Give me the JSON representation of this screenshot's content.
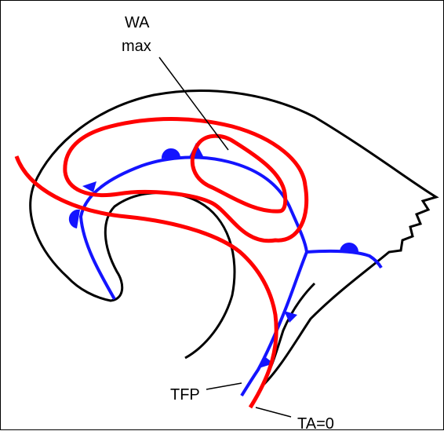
{
  "labels": {
    "wa_line1": "WA",
    "wa_line2": "max",
    "tfp": "TFP",
    "ta_zero": "TA=0"
  },
  "colors": {
    "cloud_outline": "#000000",
    "front": "#1414ff",
    "thermal_contour": "#ff0000",
    "leader_line": "#000000"
  },
  "symbols": {
    "warm_front": "semicircle",
    "cold_front": "triangle"
  }
}
